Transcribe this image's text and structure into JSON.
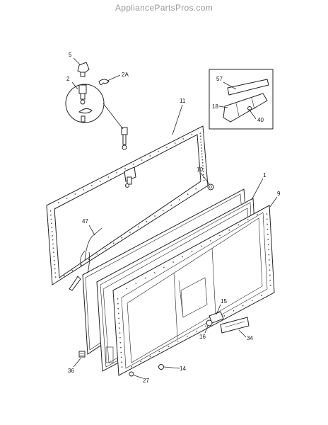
{
  "header": {
    "watermark": "AppliancePartsPros.com"
  },
  "callouts": [
    {
      "id": "c5",
      "label": "5"
    },
    {
      "id": "c2",
      "label": "2"
    },
    {
      "id": "c2A",
      "label": "2A"
    },
    {
      "id": "c11",
      "label": "11"
    },
    {
      "id": "c57",
      "label": "57"
    },
    {
      "id": "c18",
      "label": "18"
    },
    {
      "id": "c40",
      "label": "40"
    },
    {
      "id": "c10",
      "label": "10"
    },
    {
      "id": "c1",
      "label": "1"
    },
    {
      "id": "c9",
      "label": "9"
    },
    {
      "id": "c47",
      "label": "47"
    },
    {
      "id": "c15",
      "label": "15"
    },
    {
      "id": "c16",
      "label": "16"
    },
    {
      "id": "c34",
      "label": "34"
    },
    {
      "id": "c36",
      "label": "36"
    },
    {
      "id": "c14",
      "label": "14"
    },
    {
      "id": "c27",
      "label": "27"
    }
  ]
}
